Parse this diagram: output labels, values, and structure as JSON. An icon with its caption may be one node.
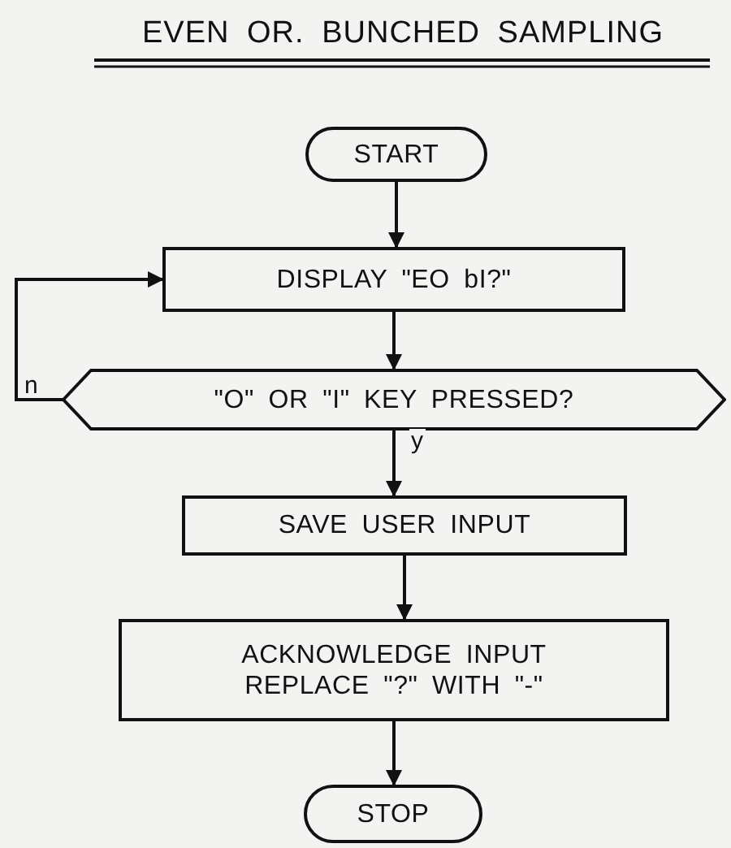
{
  "diagram": {
    "title": "EVEN OR. BUNCHED SAMPLING",
    "nodes": [
      {
        "text": [
          "START"
        ]
      },
      {
        "text": [
          "DISPLAY \"EO bI?\""
        ]
      },
      {
        "text": [
          "\"O\" OR \"I\" KEY PRESSED?"
        ]
      },
      {
        "text": [
          "SAVE USER INPUT"
        ]
      },
      {
        "text": [
          "ACKNOWLEDGE INPUT REPLACE \"?\" WITH \"-\""
        ]
      },
      {
        "text": [
          "STOP"
        ]
      }
    ],
    "edges": [
      {
        "from": 0,
        "to": 1,
        "arrow": "to"
      },
      {
        "from": 1,
        "to": 2,
        "arrow": "to"
      },
      {
        "from": 2,
        "to": 1,
        "arrow": "to",
        "label": "n"
      },
      {
        "from": 2,
        "to": 3,
        "arrow": "to",
        "label": "y"
      },
      {
        "from": 3,
        "to": 4,
        "arrow": "to"
      },
      {
        "from": 4,
        "to": 5,
        "arrow": "to"
      }
    ]
  }
}
